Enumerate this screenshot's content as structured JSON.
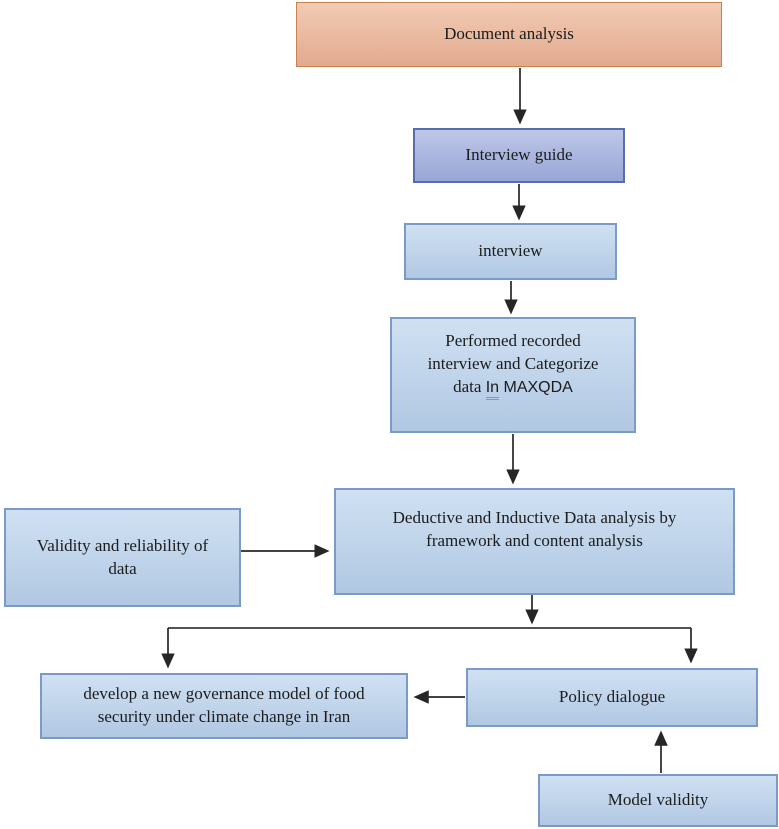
{
  "colors": {
    "page_bg": "#ffffff",
    "orange_fill": "#edb291",
    "orange_border": "#c8824e",
    "periwinkle_fill": "#9fadde",
    "periwinkle_border": "#5a6cab",
    "blue_fill": "#b9d2ec",
    "blue_border": "#7b9ac6",
    "arrow": "#262626",
    "text": "#1c1c1c",
    "grammar_underline": "#6f9ad8"
  },
  "nodes": {
    "document_analysis": {
      "label": "Document analysis"
    },
    "interview_guide": {
      "label": "Interview guide"
    },
    "interview": {
      "label": "interview"
    },
    "coding": {
      "line1": "Performed recorded",
      "line2": "interview and Categorize",
      "word_data": "data ",
      "word_in": "In",
      "word_maxqda": " MAXQDA"
    },
    "analysis": {
      "line1": "Deductive and Inductive Data analysis by",
      "line2": "framework and content analysis"
    },
    "validity": {
      "line1": "Validity and reliability of",
      "line2": "data"
    },
    "model": {
      "line1": "develop a new governance model of food",
      "line2": "security under climate change in Iran"
    },
    "policy": {
      "label": "Policy dialogue"
    },
    "model_validity": {
      "label": "Model validity"
    }
  }
}
